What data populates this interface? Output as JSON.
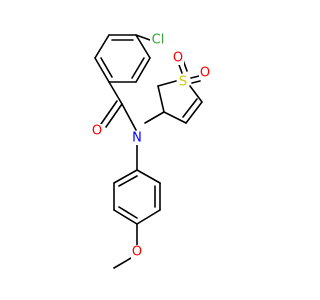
{
  "molecule": {
    "atoms": {
      "cl": {
        "symbol": "Cl",
        "color": "#33aa33"
      },
      "o_carbonyl": {
        "symbol": "O",
        "color": "#ff0000"
      },
      "n_amide": {
        "symbol": "N",
        "color": "#0000ff"
      },
      "s_sulfone": {
        "symbol": "S",
        "color": "#cccc00"
      },
      "o_s1": {
        "symbol": "O",
        "color": "#ff0000"
      },
      "o_s2": {
        "symbol": "O",
        "color": "#ff0000"
      },
      "o_ether": {
        "symbol": "O",
        "color": "#ff0000"
      }
    }
  }
}
